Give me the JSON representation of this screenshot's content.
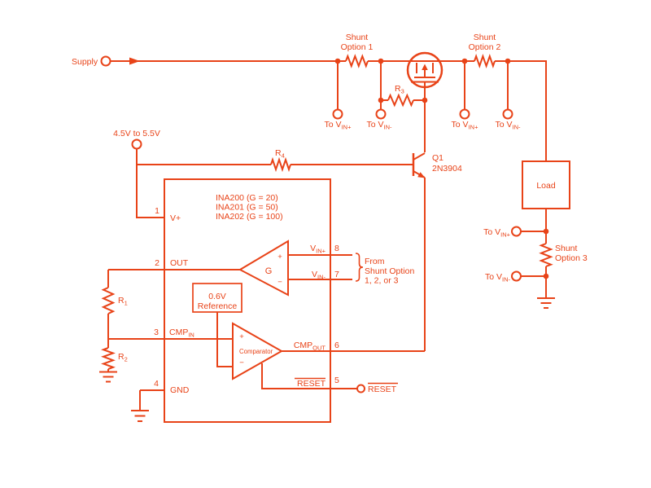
{
  "colors": {
    "accent": "#e84318",
    "background": "#ffffff"
  },
  "supply": {
    "label": "Supply",
    "range_label": "4.5V to 5.5V"
  },
  "shunts": {
    "option1": {
      "line1": "Shunt",
      "line2": "Option 1"
    },
    "option2": {
      "line1": "Shunt",
      "line2": "Option 2"
    },
    "option3": {
      "line1": "Shunt",
      "line2": "Option 3"
    }
  },
  "terminals": {
    "to_vin_plus": {
      "text": "To V",
      "sub": "IN+"
    },
    "to_vin_minus": {
      "text": "To V",
      "sub": "IN-"
    },
    "reset": "RESET"
  },
  "components": {
    "r1": {
      "text": "R",
      "sub": "1"
    },
    "r2": {
      "text": "R",
      "sub": "2"
    },
    "r3": {
      "text": "R",
      "sub": "3"
    },
    "r4": {
      "text": "R",
      "sub": "4"
    },
    "q1": {
      "designator": "Q1",
      "part": "2N3904"
    },
    "load": "Load"
  },
  "ic": {
    "devices": [
      "INA200 (G = 20)",
      "INA201 (G = 50)",
      "INA202 (G = 100)"
    ],
    "amp": {
      "gain": "G",
      "plus": "+",
      "minus": "−"
    },
    "comparator": {
      "label": "Comparator",
      "plus": "+",
      "minus": "−"
    },
    "reference": {
      "line1": "0.6V",
      "line2": "Reference"
    },
    "pins": {
      "p1": {
        "num": "1",
        "label": "V+"
      },
      "p2": {
        "num": "2",
        "label": "OUT"
      },
      "p3": {
        "num": "3",
        "label": "CMP",
        "sub": "IN"
      },
      "p4": {
        "num": "4",
        "label": "GND"
      },
      "p5": {
        "num": "5",
        "label": "RESET"
      },
      "p6": {
        "num": "6",
        "label": "CMP",
        "sub": "OUT"
      },
      "p7": {
        "num": "7",
        "label": "V",
        "sub": "IN-"
      },
      "p8": {
        "num": "8",
        "label": "V",
        "sub": "IN+"
      }
    }
  },
  "annotations": {
    "from_shunt": {
      "line1": "From",
      "line2": "Shunt Option",
      "line3": "1, 2, or 3"
    }
  }
}
